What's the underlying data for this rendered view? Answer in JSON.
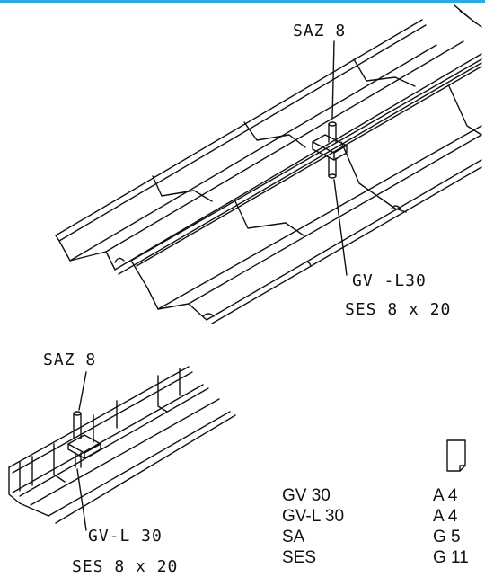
{
  "colors": {
    "accent_bar": "#29abe2",
    "line": "#111111"
  },
  "labels": {
    "top_saz": "SAZ 8",
    "top_gv": "GV -L30",
    "top_ses": "SES 8 x 20",
    "bottom_saz": "SAZ 8",
    "bottom_gv": "GV-L 30",
    "bottom_ses": "SES 8 x 20"
  },
  "legend": {
    "icon": "document-icon",
    "items": [
      {
        "code": "GV 30",
        "ref": "A 4"
      },
      {
        "code": "GV-L 30",
        "ref": "A 4"
      },
      {
        "code": "SA",
        "ref": "G 5"
      },
      {
        "code": "SES",
        "ref": "G 11"
      }
    ]
  }
}
